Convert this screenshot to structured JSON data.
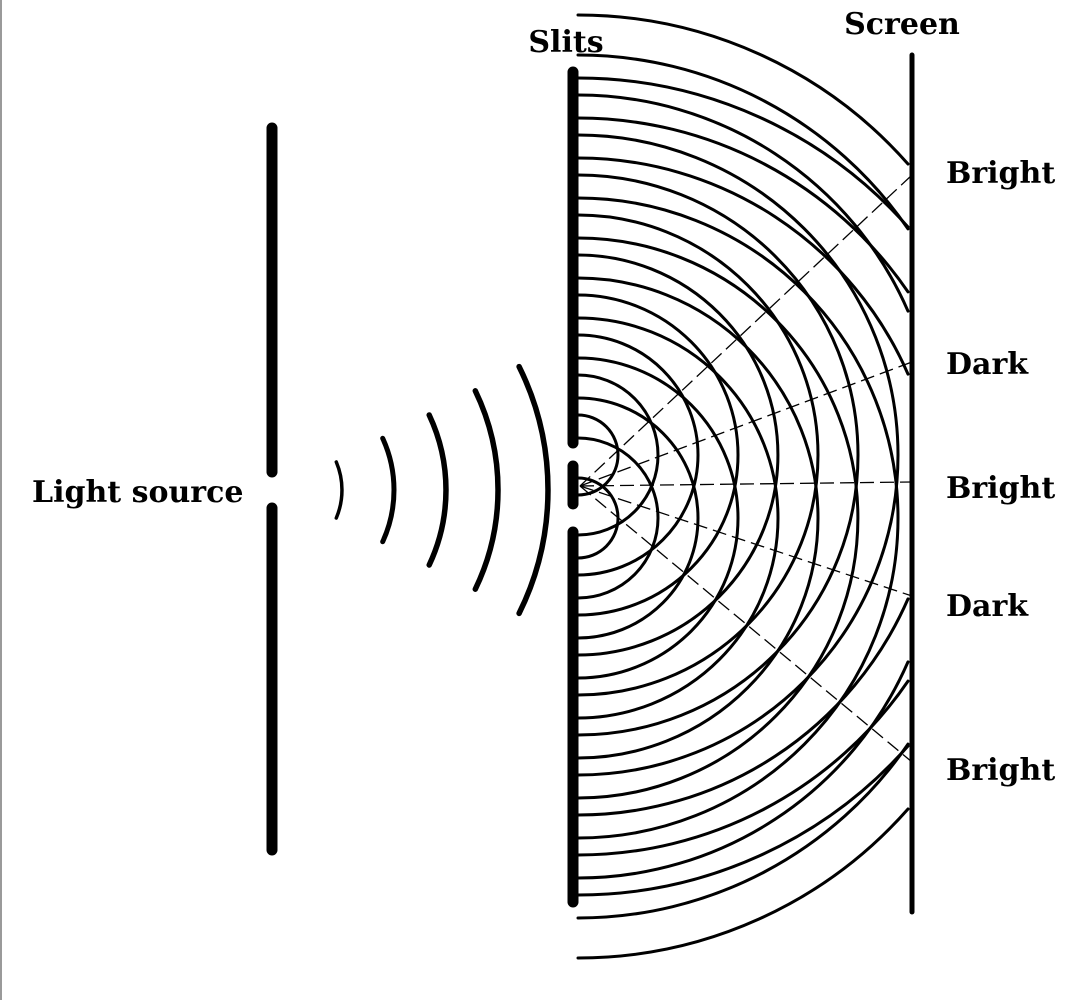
{
  "labels": {
    "slits": "Slits",
    "screen": "Screen",
    "light_source": "Light source",
    "fringes": [
      "Bright",
      "Dark",
      "Bright",
      "Dark",
      "Bright"
    ]
  },
  "colors": {
    "ink": "#000000",
    "background": "#ffffff"
  }
}
